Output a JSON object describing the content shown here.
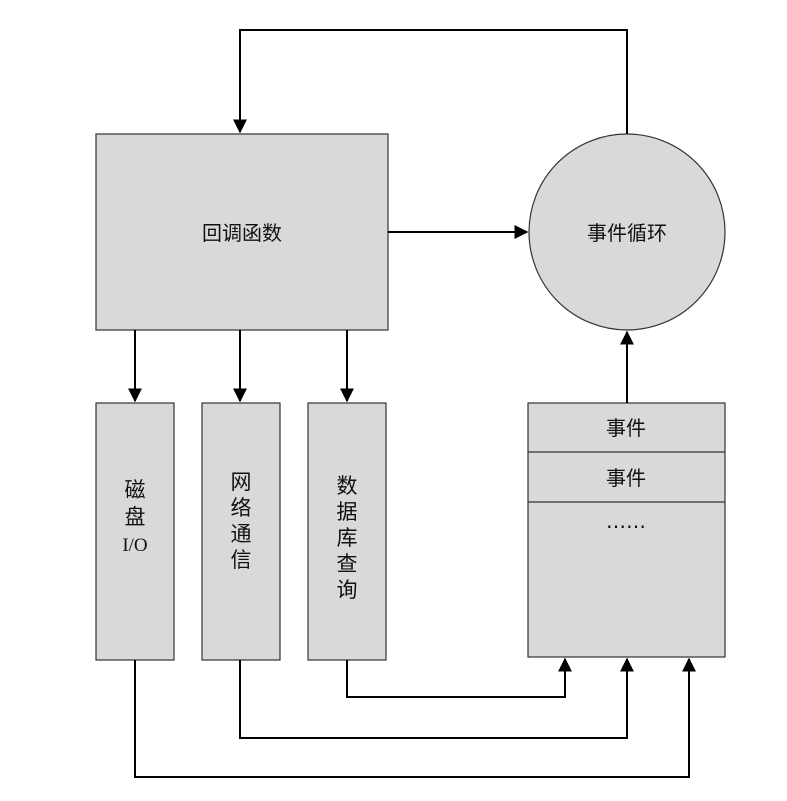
{
  "nodes": {
    "callback": {
      "label": "回调函数"
    },
    "event_loop": {
      "label": "事件循环"
    },
    "disk_io": {
      "label_line1": "磁",
      "label_line2": "盘",
      "label_line3": "I/O"
    },
    "network": {
      "chars": [
        "网",
        "络",
        "通",
        "信"
      ]
    },
    "database": {
      "chars": [
        "数",
        "据",
        "库",
        "查",
        "询"
      ]
    },
    "event_queue": {
      "items": [
        "事件",
        "事件",
        "……"
      ]
    }
  },
  "colors": {
    "box_fill": "#d9d9d9",
    "box_stroke": "#333333",
    "arrow": "#000000"
  }
}
